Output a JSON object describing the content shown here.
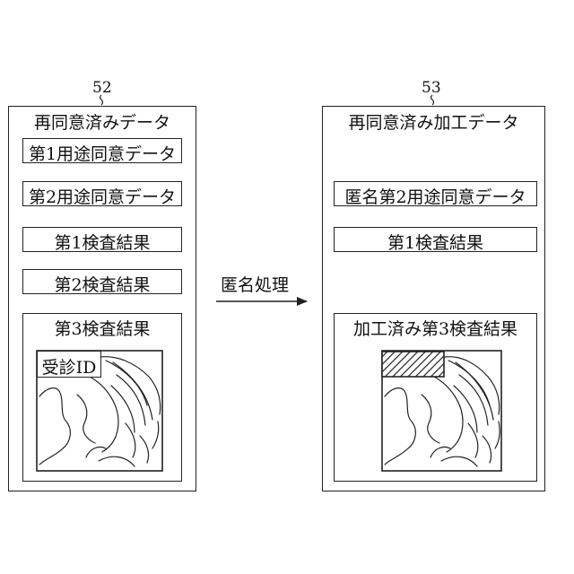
{
  "left_panel": {
    "ref": "52",
    "title": "再同意済みデータ",
    "items": [
      "第1用途同意データ",
      "第2用途同意データ",
      "第1検査結果",
      "第2検査結果"
    ],
    "exam3": {
      "title": "第3検査結果",
      "id_label": "受診ID"
    }
  },
  "arrow": {
    "label": "匿名処理"
  },
  "right_panel": {
    "ref": "53",
    "title": "再同意済み加工データ",
    "items": [
      "匿名第2用途同意データ",
      "第1検査結果"
    ],
    "exam3": {
      "title": "加工済み第3検査結果"
    }
  },
  "colors": {
    "line": "#222222",
    "background": "#ffffff"
  }
}
